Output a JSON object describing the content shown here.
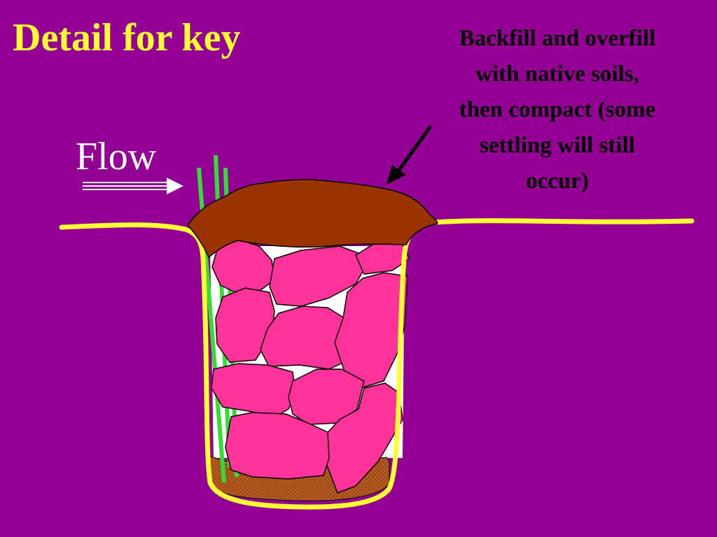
{
  "slide": {
    "title": "Detail for key",
    "flow_label": "Flow",
    "callout_lines": [
      "Backfill and overfill",
      "with native soils,",
      "then compact (some",
      "settling will still",
      "occur)"
    ]
  },
  "colors": {
    "background": "#930093",
    "title": "#FFFF33",
    "ground_line": "#FFFF33",
    "backfill_soil": "#993300",
    "rock": "#FF3399",
    "stakes": "#33DD33",
    "bedding": "#B35A1F",
    "flow_text": "#FFFFFF",
    "callout_text": "#000000"
  }
}
